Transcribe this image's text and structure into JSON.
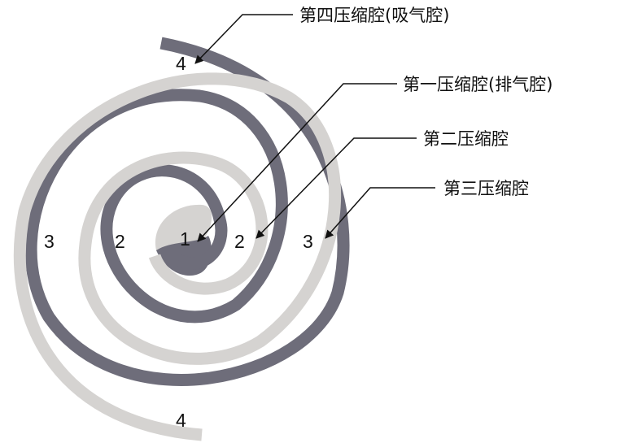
{
  "labels": {
    "fourth": "第四压缩腔(吸气腔)",
    "first": "第一压缩腔(排气腔)",
    "second": "第二压缩腔",
    "third": "第三压缩腔"
  },
  "numbers": {
    "top4": "4",
    "center1": "1",
    "left2": "2",
    "right2": "2",
    "left3": "3",
    "right3": "3",
    "bottom4": "4"
  },
  "colors": {
    "fixed_scroll": "#6e6d7a",
    "orbiting_scroll": "#d5d3d1",
    "leader": "#111111"
  }
}
